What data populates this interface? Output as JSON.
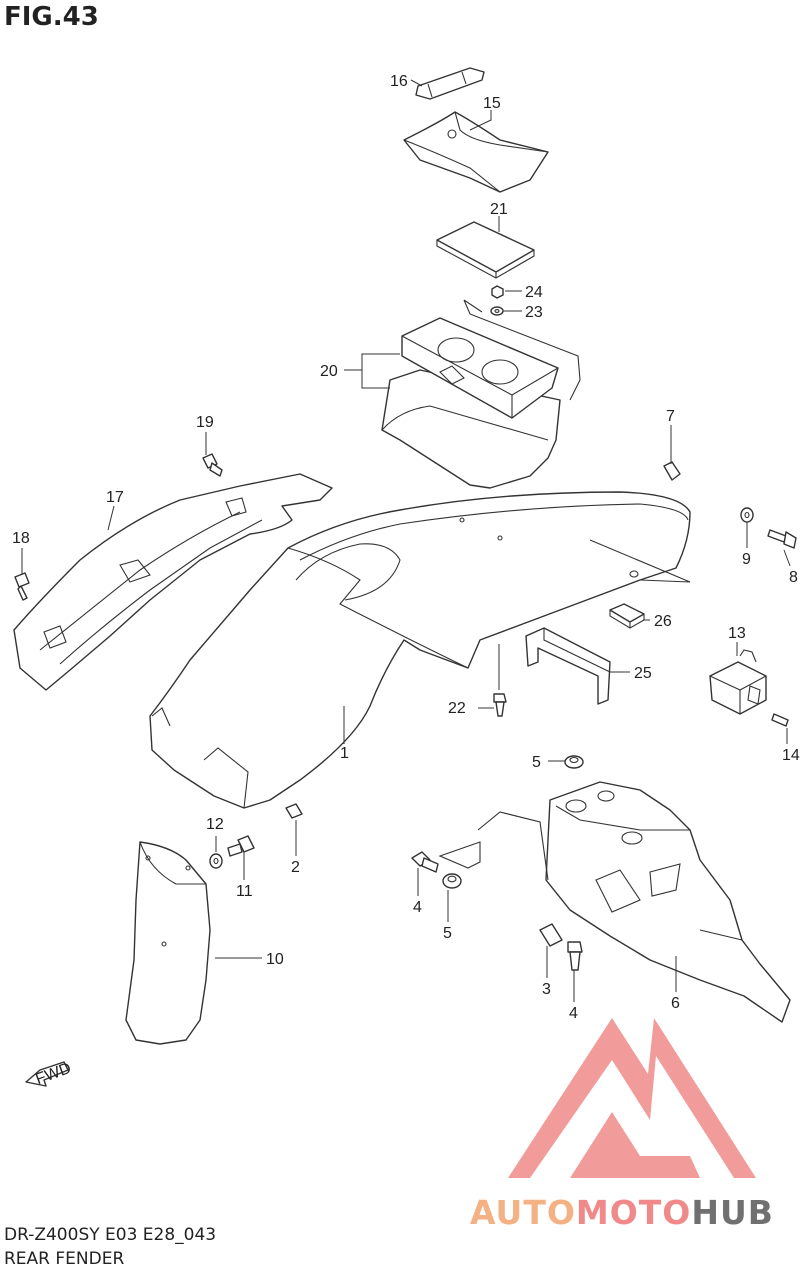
{
  "figure": {
    "title": "FIG.43",
    "model_code": "DR-Z400SY  E03  E28_043",
    "section_name": "REAR FENDER",
    "fwd_label": "FWD"
  },
  "callouts": [
    {
      "id": "c16",
      "label": "16"
    },
    {
      "id": "c15",
      "label": "15"
    },
    {
      "id": "c21",
      "label": "21"
    },
    {
      "id": "c24",
      "label": "24"
    },
    {
      "id": "c23",
      "label": "23"
    },
    {
      "id": "c20",
      "label": "20"
    },
    {
      "id": "c19",
      "label": "19"
    },
    {
      "id": "c7",
      "label": "7"
    },
    {
      "id": "c17",
      "label": "17"
    },
    {
      "id": "c18",
      "label": "18"
    },
    {
      "id": "c9",
      "label": "9"
    },
    {
      "id": "c8",
      "label": "8"
    },
    {
      "id": "c26",
      "label": "26"
    },
    {
      "id": "c13",
      "label": "13"
    },
    {
      "id": "c25",
      "label": "25"
    },
    {
      "id": "c22",
      "label": "22"
    },
    {
      "id": "c1",
      "label": "1"
    },
    {
      "id": "c14",
      "label": "14"
    },
    {
      "id": "c5a",
      "label": "5"
    },
    {
      "id": "c12",
      "label": "12"
    },
    {
      "id": "c2",
      "label": "2"
    },
    {
      "id": "c11",
      "label": "11"
    },
    {
      "id": "c4a",
      "label": "4"
    },
    {
      "id": "c5b",
      "label": "5"
    },
    {
      "id": "c10",
      "label": "10"
    },
    {
      "id": "c3",
      "label": "3"
    },
    {
      "id": "c4b",
      "label": "4"
    },
    {
      "id": "c6",
      "label": "6"
    }
  ],
  "watermark": {
    "brand_part1": "AUTO",
    "brand_part2": "MOTO",
    "brand_part3": "HUB",
    "color_primary": "#f08a8a",
    "color_secondary": "#f4b183",
    "color_text": "#707070"
  }
}
